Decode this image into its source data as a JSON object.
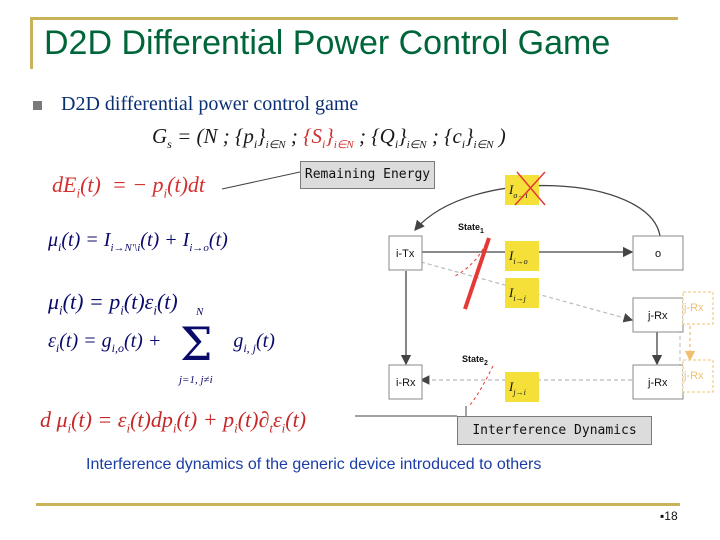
{
  "slide": {
    "title": "D2D Differential Power Control Game",
    "bullet": "D2D differential power control game",
    "page_number": "18",
    "caption": "Interference dynamics of the generic device introduced to others"
  },
  "callouts": {
    "remaining_energy": "Remaining Energy",
    "interference_dynamics": "Interference Dynamics"
  },
  "diagram": {
    "nodes": {
      "tx": "i-Tx",
      "rx": "i-Rx",
      "o": "o",
      "jrx_top": "j-Rx",
      "jrx_bottom": "j-Rx",
      "faded_top": "j-Rx",
      "faded_bottom": "j-Rx"
    },
    "states": {
      "state1": "State",
      "state1_sub": "1",
      "state2": "State",
      "state2_sub": "2"
    },
    "interference_labels": {
      "i_o_i": "I",
      "i_o_i_sub": "o→i",
      "i_i_o": "I",
      "i_i_o_sub": "i→o",
      "i_i_j": "I",
      "i_i_j_sub": "i→j",
      "i_j_i": "I",
      "i_j_i_sub": "j→i"
    },
    "colors": {
      "label_box": "#f5e03a",
      "cross": "#e53935",
      "arrow": "#444444",
      "dashed": "#bbbbbb"
    }
  }
}
